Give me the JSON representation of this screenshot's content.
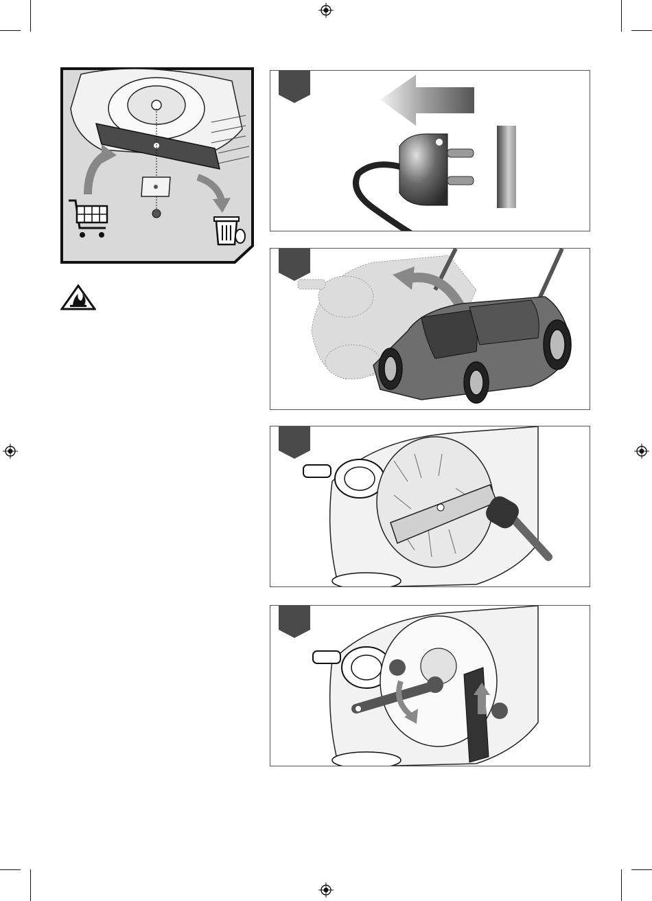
{
  "page": {
    "background": "#ffffff",
    "accent": "#4a4a4a"
  },
  "icons": {
    "registration_marks": "registration-mark-icon",
    "warning": "fire-warning-triangle-icon",
    "cart": "shopping-cart-icon",
    "bin": "trash-bin-icon"
  },
  "figures": [
    {
      "id": "blade-replacement",
      "tab": false
    },
    {
      "id": "unplug",
      "tab": true
    },
    {
      "id": "tilt-mower",
      "tab": true
    },
    {
      "id": "clean-underside",
      "tab": true
    },
    {
      "id": "remove-blade",
      "tab": true
    }
  ]
}
